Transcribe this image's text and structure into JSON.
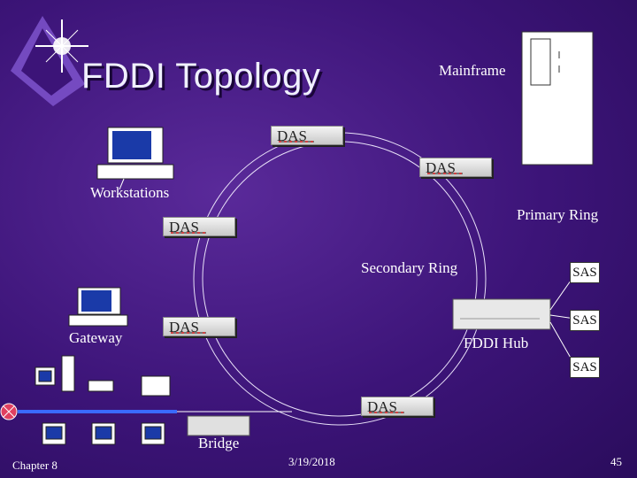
{
  "title": "FDDI Topology",
  "labels": {
    "mainframe": "Mainframe",
    "workstations": "Workstations",
    "primary_ring": "Primary Ring",
    "secondary_ring": "Secondary Ring",
    "gateway": "Gateway",
    "fddi_hub": "FDDI Hub",
    "bridge": "Bridge"
  },
  "das_nodes": [
    "DAS",
    "DAS",
    "DAS",
    "DAS",
    "DAS"
  ],
  "sas_nodes": [
    "SAS",
    "SAS",
    "SAS"
  ],
  "footer": {
    "chapter": "Chapter 8",
    "date": "3/19/2018",
    "page": "45"
  }
}
